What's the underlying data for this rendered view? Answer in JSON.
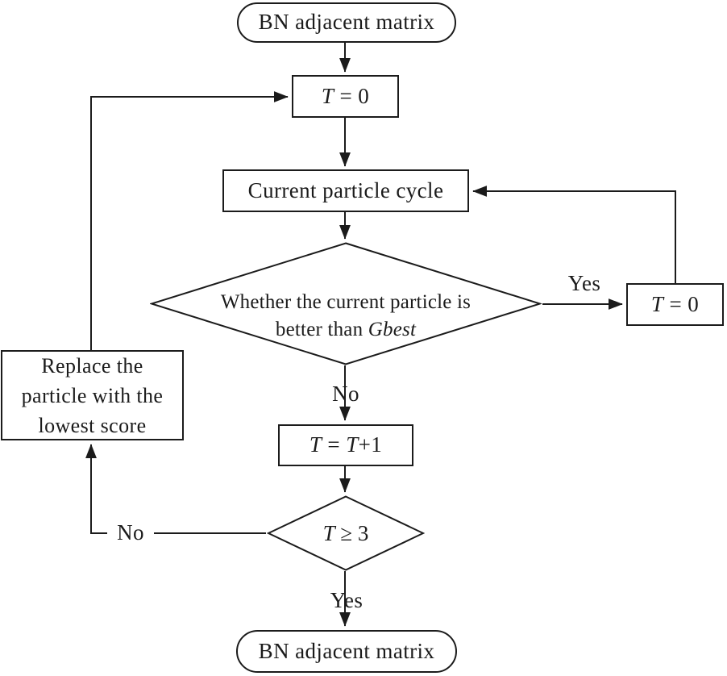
{
  "diagram": {
    "background": "#ffffff",
    "ink_color": "#1b1b1b"
  },
  "nodes": {
    "start": {
      "label": "BN adjacent matrix"
    },
    "init": {
      "var": "T",
      "rest": " = 0"
    },
    "cycle": {
      "label": "Current particle cycle"
    },
    "decision_gbest": {
      "line1": "Whether the current particle is",
      "line2_text": "better than ",
      "line2_italic": "Gbest"
    },
    "reset": {
      "var": "T",
      "rest": " = 0"
    },
    "replace": {
      "line1": "Replace the",
      "line2": "particle with the",
      "line3": "lowest score"
    },
    "increment": {
      "var1": "T",
      "eq": " = ",
      "var2": "T",
      "suffix": "+1"
    },
    "decision_t3": {
      "var": "T",
      "rest": " ≥ 3"
    },
    "end": {
      "label": "BN adjacent matrix"
    }
  },
  "edge_labels": {
    "yes_gbest": "Yes",
    "no_gbest": "No",
    "no_t3": "No",
    "yes_t3": "Yes"
  }
}
